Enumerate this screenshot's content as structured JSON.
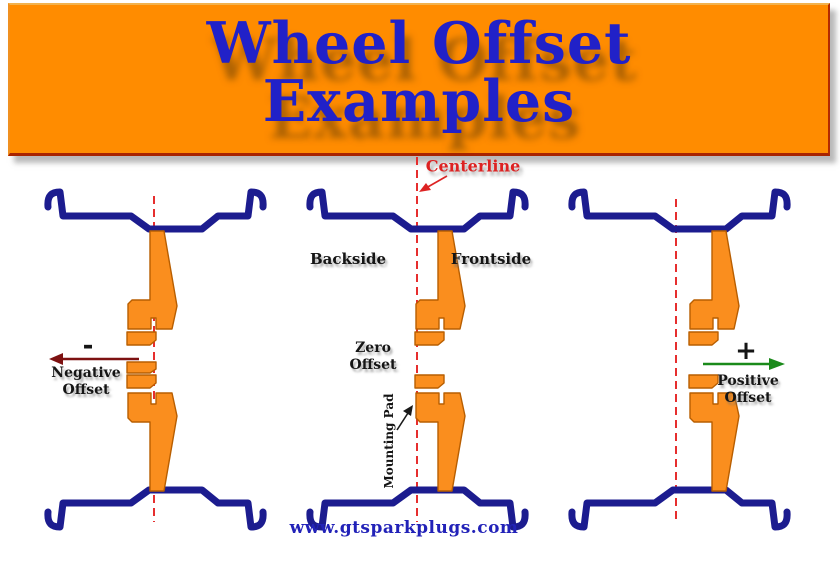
{
  "header": {
    "title_line1": "Wheel Offset",
    "title_line2": "Examples"
  },
  "annotations": {
    "centerline": "Centerline",
    "backside": "Backside",
    "frontside": "Frontside",
    "mounting_pad": "Mounting Pad"
  },
  "wheels": [
    {
      "name": "negative-offset-wheel",
      "sign": "-",
      "label_line1": "Negative",
      "label_line2": "Offset",
      "disc_shift": -26
    },
    {
      "name": "zero-offset-wheel",
      "sign": "",
      "label_line1": "Zero",
      "label_line2": "Offset",
      "disc_shift": 0
    },
    {
      "name": "positive-offset-wheel",
      "sign": "+",
      "label_line1": "Positive",
      "label_line2": "Offset",
      "disc_shift": 12
    }
  ],
  "footer": {
    "website": "www.gtsparkplugs.com"
  },
  "colors": {
    "header_bg": "#ff8c00",
    "title_color": "#2121c8",
    "rim_color": "#1c1c8f",
    "disc_color": "#fa8e1e",
    "disc_outline": "#b85e00",
    "centerline_color": "#e62e2e",
    "centerline_label_color": "#dd2222",
    "negative_arrow_color": "#7d1111",
    "positive_arrow_color": "#1a8a1a",
    "label_color": "#151515",
    "website_color": "#2222b8"
  }
}
